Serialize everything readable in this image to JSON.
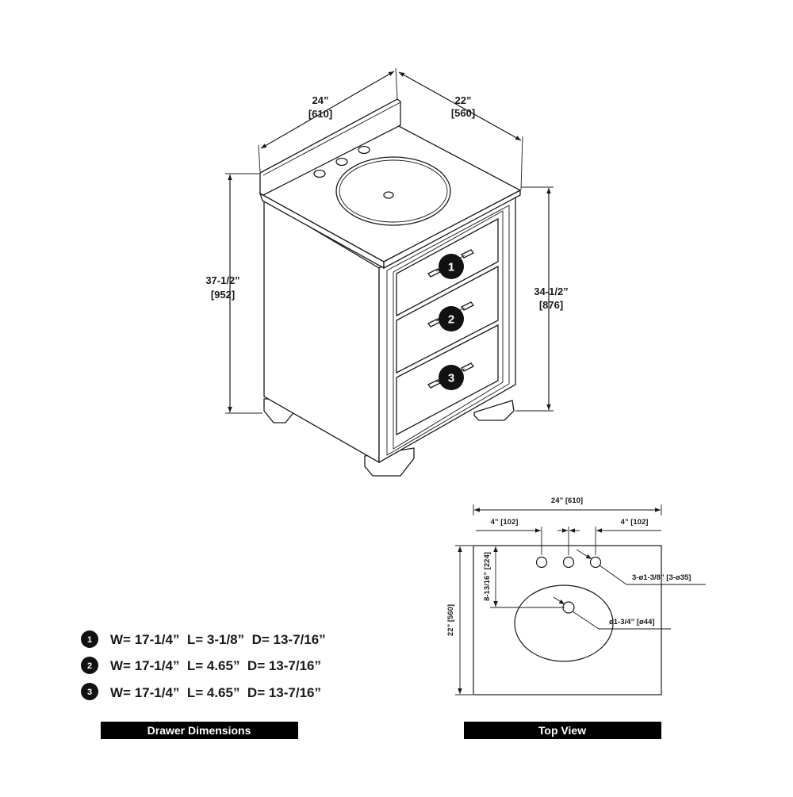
{
  "vanity": {
    "width": {
      "imperial": "24”",
      "metric": "[610]"
    },
    "depth": {
      "imperial": "22”",
      "metric": "[560]"
    },
    "overall_height": {
      "imperial": "37-1/2”",
      "metric": "[952]"
    },
    "counter_height": {
      "imperial": "34-1/2”",
      "metric": "[876]"
    },
    "drawer_badges": [
      "1",
      "2",
      "3"
    ]
  },
  "drawers": {
    "banner": "Drawer Dimensions",
    "rows": [
      {
        "num": "1",
        "text": "W= 17-1/4”  L= 3-1/8”  D= 13-7/16”"
      },
      {
        "num": "2",
        "text": "W= 17-1/4”  L= 4.65”  D= 13-7/16”"
      },
      {
        "num": "3",
        "text": "W= 17-1/4”  L= 4.65”  D= 13-7/16”"
      }
    ]
  },
  "top_view": {
    "banner": "Top View",
    "width": "24” [610]",
    "left_offset": "4” [102]",
    "right_offset": "4” [102]",
    "depth": "22” [560]",
    "drain_setback": "8-13/16” [224]",
    "faucet_holes": "3-ø1-3/8” [3-ø35]",
    "drain_hole": "ø1-3/4” [ø44]"
  }
}
